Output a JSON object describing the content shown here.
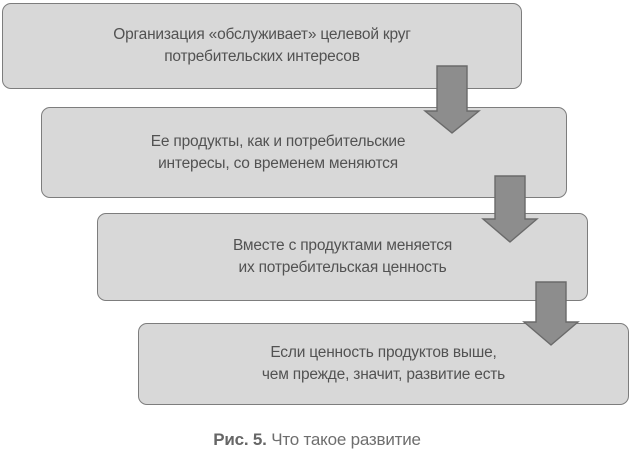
{
  "diagram": {
    "type": "flowchart-cascade",
    "nodes": [
      {
        "id": 1,
        "line1": "Организация «обслуживает» целевой круг",
        "line2": "потребительских интересов"
      },
      {
        "id": 2,
        "line1": "Ее продукты, как и потребительские",
        "line2": "интересы, со временем меняются"
      },
      {
        "id": 3,
        "line1": "Вместе с продуктами меняется",
        "line2": "их потребительская ценность"
      },
      {
        "id": 4,
        "line1": "Если ценность продуктов выше,",
        "line2": "чем прежде, значит, развитие есть"
      }
    ],
    "connections": [
      {
        "from": 1,
        "to": 2,
        "style": "block-arrow-down"
      },
      {
        "from": 2,
        "to": 3,
        "style": "block-arrow-down"
      },
      {
        "from": 3,
        "to": 4,
        "style": "block-arrow-down"
      }
    ]
  },
  "caption": {
    "label": "Рис. 5.",
    "text": "Что такое развитие"
  },
  "colors": {
    "node_fill": "#d8d8d8",
    "node_border": "#7d7d7d",
    "arrow_fill": "#8d8d8d",
    "arrow_border": "#6a6a6a",
    "node_text": "#525252",
    "caption_text": "#6e6e6e",
    "background": "#ffffff"
  }
}
